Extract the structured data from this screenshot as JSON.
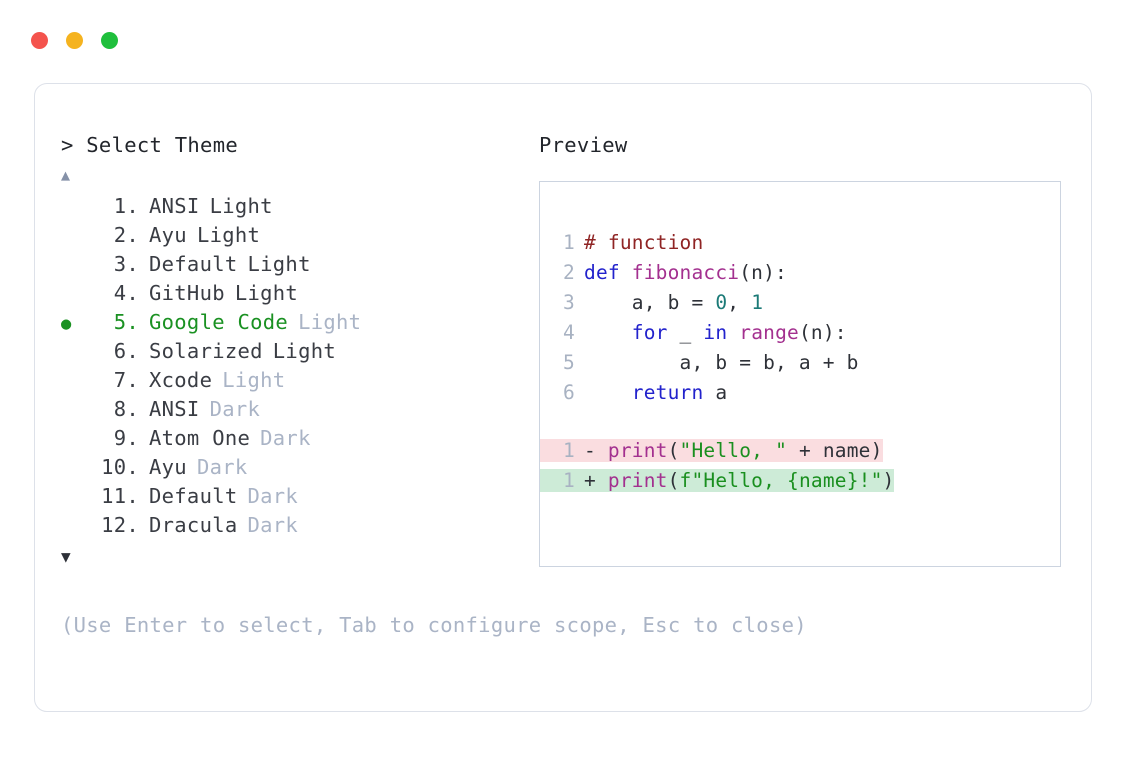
{
  "window": {
    "dots": [
      {
        "name": "close-dot",
        "color": "#f4534d"
      },
      {
        "name": "minimize-dot",
        "color": "#f5b31f"
      },
      {
        "name": "maximize-dot",
        "color": "#1fbf3c"
      }
    ]
  },
  "left": {
    "prompt": "> Select Theme",
    "scroll_up": "▲",
    "scroll_down": "▼",
    "selected_index": 5,
    "bullet_glyph": "●",
    "items": [
      {
        "num": "1.",
        "name": "ANSI",
        "mode": "Light",
        "mode_dim": false,
        "selected": false
      },
      {
        "num": "2.",
        "name": "Ayu",
        "mode": "Light",
        "mode_dim": false,
        "selected": false
      },
      {
        "num": "3.",
        "name": "Default",
        "mode": "Light",
        "mode_dim": false,
        "selected": false
      },
      {
        "num": "4.",
        "name": "GitHub",
        "mode": "Light",
        "mode_dim": false,
        "selected": false
      },
      {
        "num": "5.",
        "name": "Google Code",
        "mode": "Light",
        "mode_dim": true,
        "selected": true
      },
      {
        "num": "6.",
        "name": "Solarized",
        "mode": "Light",
        "mode_dim": false,
        "selected": false
      },
      {
        "num": "7.",
        "name": "Xcode",
        "mode": "Light",
        "mode_dim": true,
        "selected": false
      },
      {
        "num": "8.",
        "name": "ANSI",
        "mode": "Dark",
        "mode_dim": true,
        "selected": false
      },
      {
        "num": "9.",
        "name": "Atom One",
        "mode": "Dark",
        "mode_dim": true,
        "selected": false
      },
      {
        "num": "10.",
        "name": "Ayu",
        "mode": "Dark",
        "mode_dim": true,
        "selected": false
      },
      {
        "num": "11.",
        "name": "Default",
        "mode": "Dark",
        "mode_dim": true,
        "selected": false
      },
      {
        "num": "12.",
        "name": "Dracula",
        "mode": "Dark",
        "mode_dim": true,
        "selected": false
      }
    ],
    "hint": "(Use Enter to select, Tab to configure scope, Esc to close)"
  },
  "right": {
    "title": "Preview",
    "code_lines": [
      {
        "ln": "1",
        "tokens": [
          {
            "t": "# function",
            "c": "t-comment"
          }
        ]
      },
      {
        "ln": "2",
        "tokens": [
          {
            "t": "def ",
            "c": "t-kw"
          },
          {
            "t": "fibonacci",
            "c": "t-fn"
          },
          {
            "t": "(n):",
            "c": "t-plain"
          }
        ]
      },
      {
        "ln": "3",
        "tokens": [
          {
            "t": "    a, b = ",
            "c": "t-plain"
          },
          {
            "t": "0",
            "c": "t-num"
          },
          {
            "t": ", ",
            "c": "t-plain"
          },
          {
            "t": "1",
            "c": "t-num"
          }
        ]
      },
      {
        "ln": "4",
        "tokens": [
          {
            "t": "    ",
            "c": "t-plain"
          },
          {
            "t": "for",
            "c": "t-kw"
          },
          {
            "t": " _ ",
            "c": "t-plain"
          },
          {
            "t": "in",
            "c": "t-kw"
          },
          {
            "t": " ",
            "c": "t-plain"
          },
          {
            "t": "range",
            "c": "t-fn"
          },
          {
            "t": "(n):",
            "c": "t-plain"
          }
        ]
      },
      {
        "ln": "5",
        "tokens": [
          {
            "t": "        a, b = b, a + b",
            "c": "t-plain"
          }
        ]
      },
      {
        "ln": "6",
        "tokens": [
          {
            "t": "    ",
            "c": "t-plain"
          },
          {
            "t": "return",
            "c": "t-kw"
          },
          {
            "t": " a",
            "c": "t-plain"
          }
        ]
      }
    ],
    "diff_lines": [
      {
        "ln": "1",
        "kind": "minus",
        "marker": "- ",
        "tokens": [
          {
            "t": "print",
            "c": "t-fn"
          },
          {
            "t": "(",
            "c": "t-op"
          },
          {
            "t": "\"Hello, \"",
            "c": "t-str"
          },
          {
            "t": " + name)",
            "c": "t-plain"
          }
        ]
      },
      {
        "ln": "1",
        "kind": "plus",
        "marker": "+ ",
        "tokens": [
          {
            "t": "print",
            "c": "t-fn"
          },
          {
            "t": "(",
            "c": "t-op"
          },
          {
            "t": "f\"Hello, {name}!\"",
            "c": "t-str"
          },
          {
            "t": ")",
            "c": "t-plain"
          }
        ]
      }
    ]
  },
  "colors": {
    "accent_green": "#1a9122",
    "dim_text": "#aab4c6",
    "body_text": "#3a3d44",
    "diff_minus_bg": "#fadde0",
    "diff_plus_bg": "#cdebd7",
    "card_border": "#dde1e9",
    "preview_border": "#ccd4e0"
  }
}
